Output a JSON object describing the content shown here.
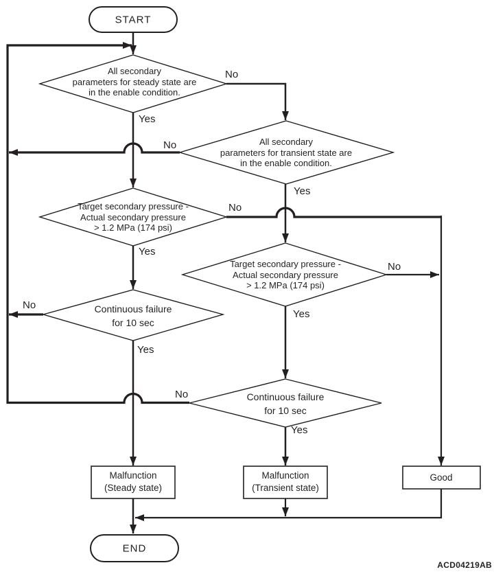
{
  "title_code": "ACD04219AB",
  "colors": {
    "ink": "#231f20",
    "background": "#ffffff"
  },
  "nodes": {
    "start": "START",
    "end": "END",
    "good": "Good",
    "steady_params": {
      "l1": "All secondary",
      "l2": "parameters for steady state are",
      "l3": "in the enable condition."
    },
    "transient_params": {
      "l1": "All secondary",
      "l2": "parameters for transient state are",
      "l3": "in the enable condition."
    },
    "steady_pressure": {
      "l1": "Target secondary pressure -",
      "l2": "Actual secondary pressure",
      "l3": "> 1.2 MPa (174 psi)"
    },
    "transient_pressure": {
      "l1": "Target secondary pressure -",
      "l2": "Actual secondary pressure",
      "l3": "> 1.2 MPa (174 psi)"
    },
    "steady_failure": {
      "l1": "Continuous failure",
      "l2": "for 10 sec"
    },
    "transient_failure": {
      "l1": "Continuous failure",
      "l2": "for 10 sec"
    },
    "malfunction_steady": {
      "l1": "Malfunction",
      "l2": "(Steady state)"
    },
    "malfunction_transient": {
      "l1": "Malfunction",
      "l2": "(Transient state)"
    }
  },
  "edge_labels": {
    "steady_params_no": "No",
    "steady_params_yes": "Yes",
    "transient_params_no": "No",
    "transient_params_yes": "Yes",
    "steady_pressure_no": "No",
    "steady_pressure_yes": "Yes",
    "transient_pressure_no": "No",
    "transient_pressure_yes": "Yes",
    "steady_failure_no": "No",
    "steady_failure_yes": "Yes",
    "transient_failure_no": "No",
    "transient_failure_yes": "Yes"
  }
}
